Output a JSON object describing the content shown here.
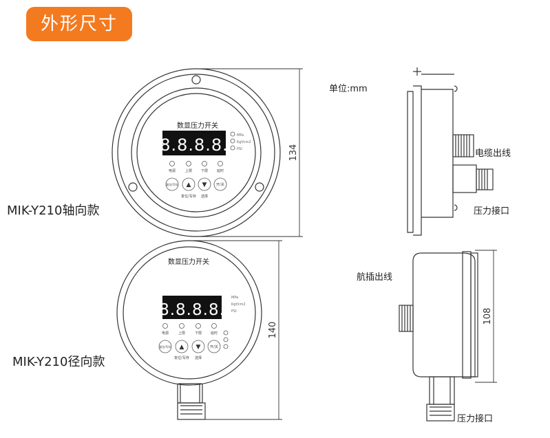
{
  "header": {
    "title": "外形尺寸"
  },
  "unit_label": "单位:mm",
  "models": {
    "axial": "MIK-Y210轴向款",
    "radial": "MIK-Y210径向款"
  },
  "callouts": {
    "cable_outlet_top": "电缆出线",
    "pressure_port_top": "压力接口",
    "aviation_plug_outlet": "航插出线",
    "pressure_port_bottom": "压力接口"
  },
  "dimensions": {
    "axial_height": "134",
    "radial_height": "140",
    "side_depth": "108"
  },
  "panel": {
    "title": "数显压力开关",
    "display": "8.8.8.8.",
    "unit_leds": [
      "MPa",
      "Kgf/cm2",
      "PSI"
    ],
    "leds": [
      "电源",
      "上限",
      "下限",
      "延时"
    ],
    "buttons": [
      "复位/写存",
      "▲",
      "▼",
      "开/关"
    ],
    "button_captions": [
      "复位/写存",
      "选择"
    ]
  }
}
